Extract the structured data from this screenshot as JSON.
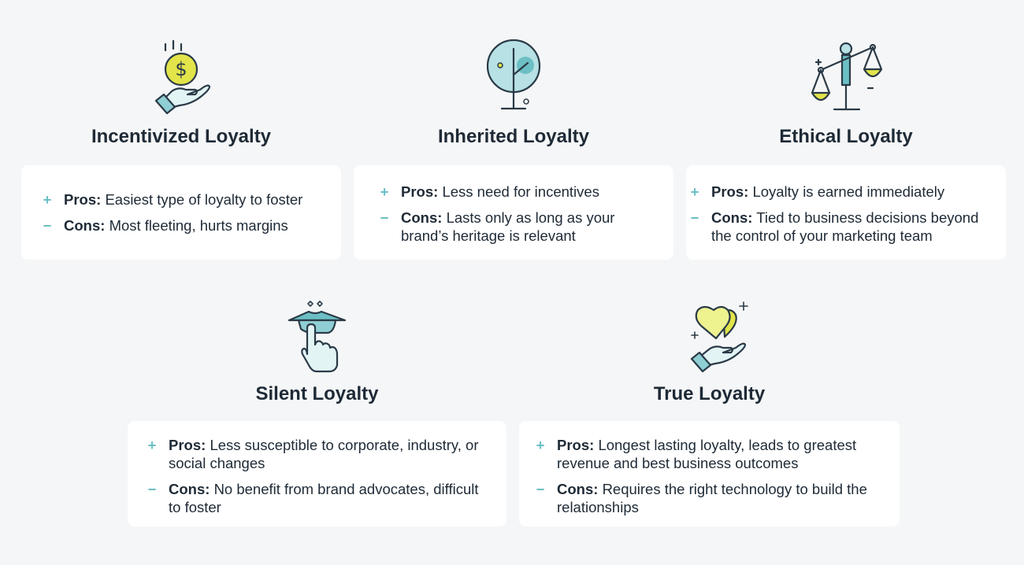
{
  "colors": {
    "accent": "#6cbfc4",
    "yellow": "#e2e44a",
    "light": "#bfe6e8",
    "text": "#1e2a36",
    "background": "#f5f6f7"
  },
  "types": [
    {
      "icon": "coin-hand-icon",
      "title": "Incentivized Loyalty",
      "pros_label": "Pros:",
      "pros": "Easiest type of loyalty to foster",
      "cons_label": "Cons:",
      "cons": "Most fleeting, hurts margins"
    },
    {
      "icon": "tree-icon",
      "title": "Inherited Loyalty",
      "pros_label": "Pros:",
      "pros": "Less need for incentives",
      "cons_label": "Cons:",
      "cons": "Lasts only as long as your brand’s heritage is relevant"
    },
    {
      "icon": "scales-icon",
      "title": "Ethical Loyalty",
      "pros_label": "Pros:",
      "pros": "Loyalty is earned immediately",
      "cons_label": "Cons:",
      "cons": "Tied to business decisions beyond the control of your marketing team"
    },
    {
      "icon": "shush-finger-icon",
      "title": "Silent Loyalty",
      "pros_label": "Pros:",
      "pros": "Less susceptible to corporate, industry, or social changes",
      "cons_label": "Cons:",
      "cons": "No benefit from brand advocates, difficult to foster"
    },
    {
      "icon": "hearts-hand-icon",
      "title": "True Loyalty",
      "pros_label": "Pros:",
      "pros": "Longest lasting loyalty, leads to greatest revenue and best business outcomes",
      "cons_label": "Cons:",
      "cons": "Requires the right technology to build the relationships"
    }
  ],
  "symbols": {
    "plus": "+",
    "minus": "−"
  }
}
